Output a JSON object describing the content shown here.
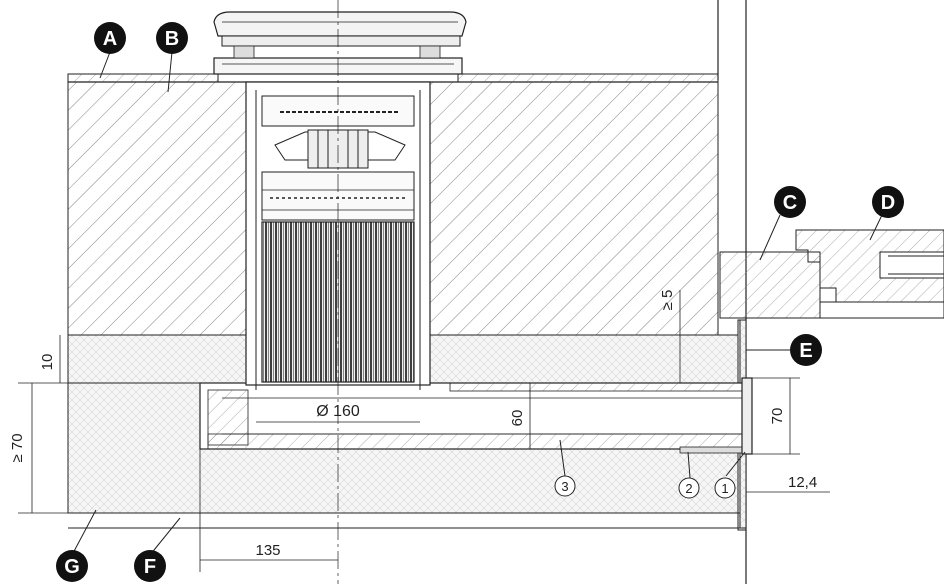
{
  "markers": {
    "a": "A",
    "b": "B",
    "c": "C",
    "d": "D",
    "e": "E",
    "f": "F",
    "g": "G"
  },
  "dimensions": {
    "diameter": "Ø 160",
    "height_60": "60",
    "min_70": "≥ 70",
    "min_5": "≥ 5",
    "d10": "10",
    "d70": "70",
    "d12_4": "12,4",
    "d135": "135"
  },
  "callouts": {
    "c1": "1",
    "c2": "2",
    "c3": "3"
  },
  "colors": {
    "line": "#222222",
    "marker_fill": "#111111",
    "hatch": "#555555"
  }
}
